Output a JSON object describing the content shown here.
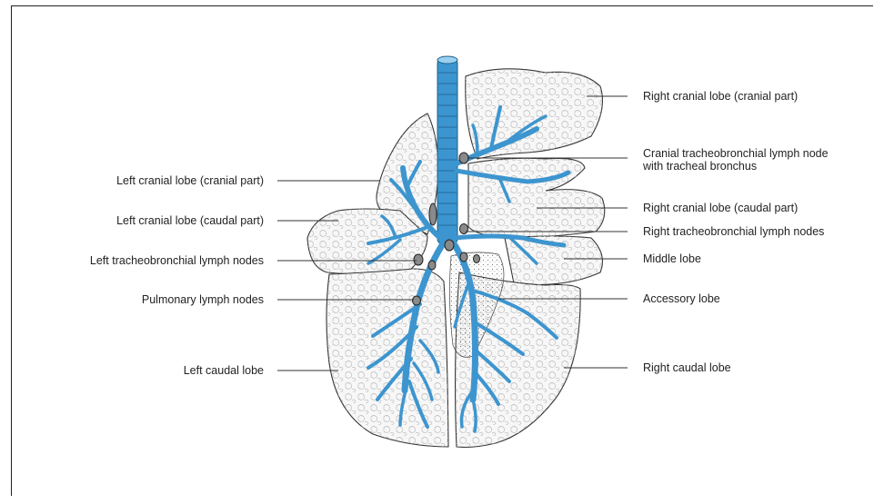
{
  "labels_left": {
    "left_cranial_cranial": "Left cranial lobe (cranial part)",
    "left_cranial_caudal": "Left cranial lobe (caudal part)",
    "left_tracheobronchial": "Left tracheobronchial lymph nodes",
    "pulmonary_nodes": "Pulmonary lymph nodes",
    "left_caudal": "Left caudal lobe"
  },
  "labels_right": {
    "right_cranial_cranial": "Right cranial lobe (cranial part)",
    "cranial_tracheobronchial_line1": "Cranial tracheobronchial lymph node",
    "cranial_tracheobronchial_line2": "with tracheal bronchus",
    "right_cranial_caudal": "Right cranial lobe (caudal part)",
    "right_tracheobronchial": "Right tracheobronchial lymph nodes",
    "middle_lobe": "Middle lobe",
    "accessory_lobe": "Accessory lobe",
    "right_caudal": "Right caudal lobe"
  },
  "colors": {
    "airway": "#3d95cf",
    "lobe_fill": "#f7f7f7",
    "outline": "#333333",
    "lymph_node": "#8a8a8a"
  }
}
